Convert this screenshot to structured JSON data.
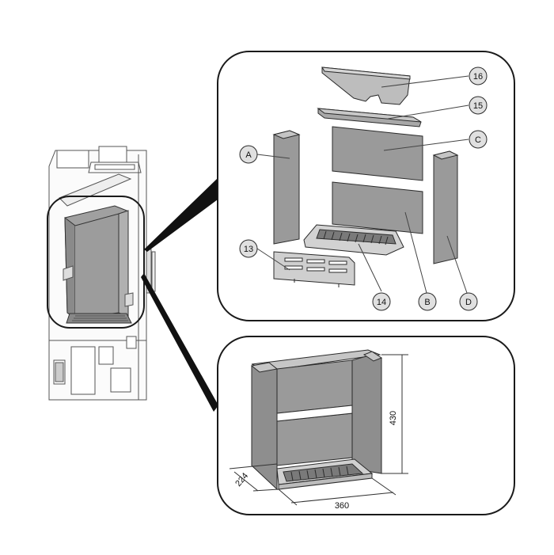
{
  "callouts": {
    "c16": "16",
    "c15": "15",
    "cC": "C",
    "cA": "A",
    "c13": "13",
    "c14": "14",
    "cB": "B",
    "cD": "D"
  },
  "dimensions": {
    "height": "430",
    "depth": "224",
    "width": "360"
  },
  "colors": {
    "panel": "#9a9a9a",
    "panel_light": "#bdbdbd",
    "outline": "#2b2b2b",
    "callout_fill": "#e0e0e0",
    "frame": "#1a1a1a"
  }
}
